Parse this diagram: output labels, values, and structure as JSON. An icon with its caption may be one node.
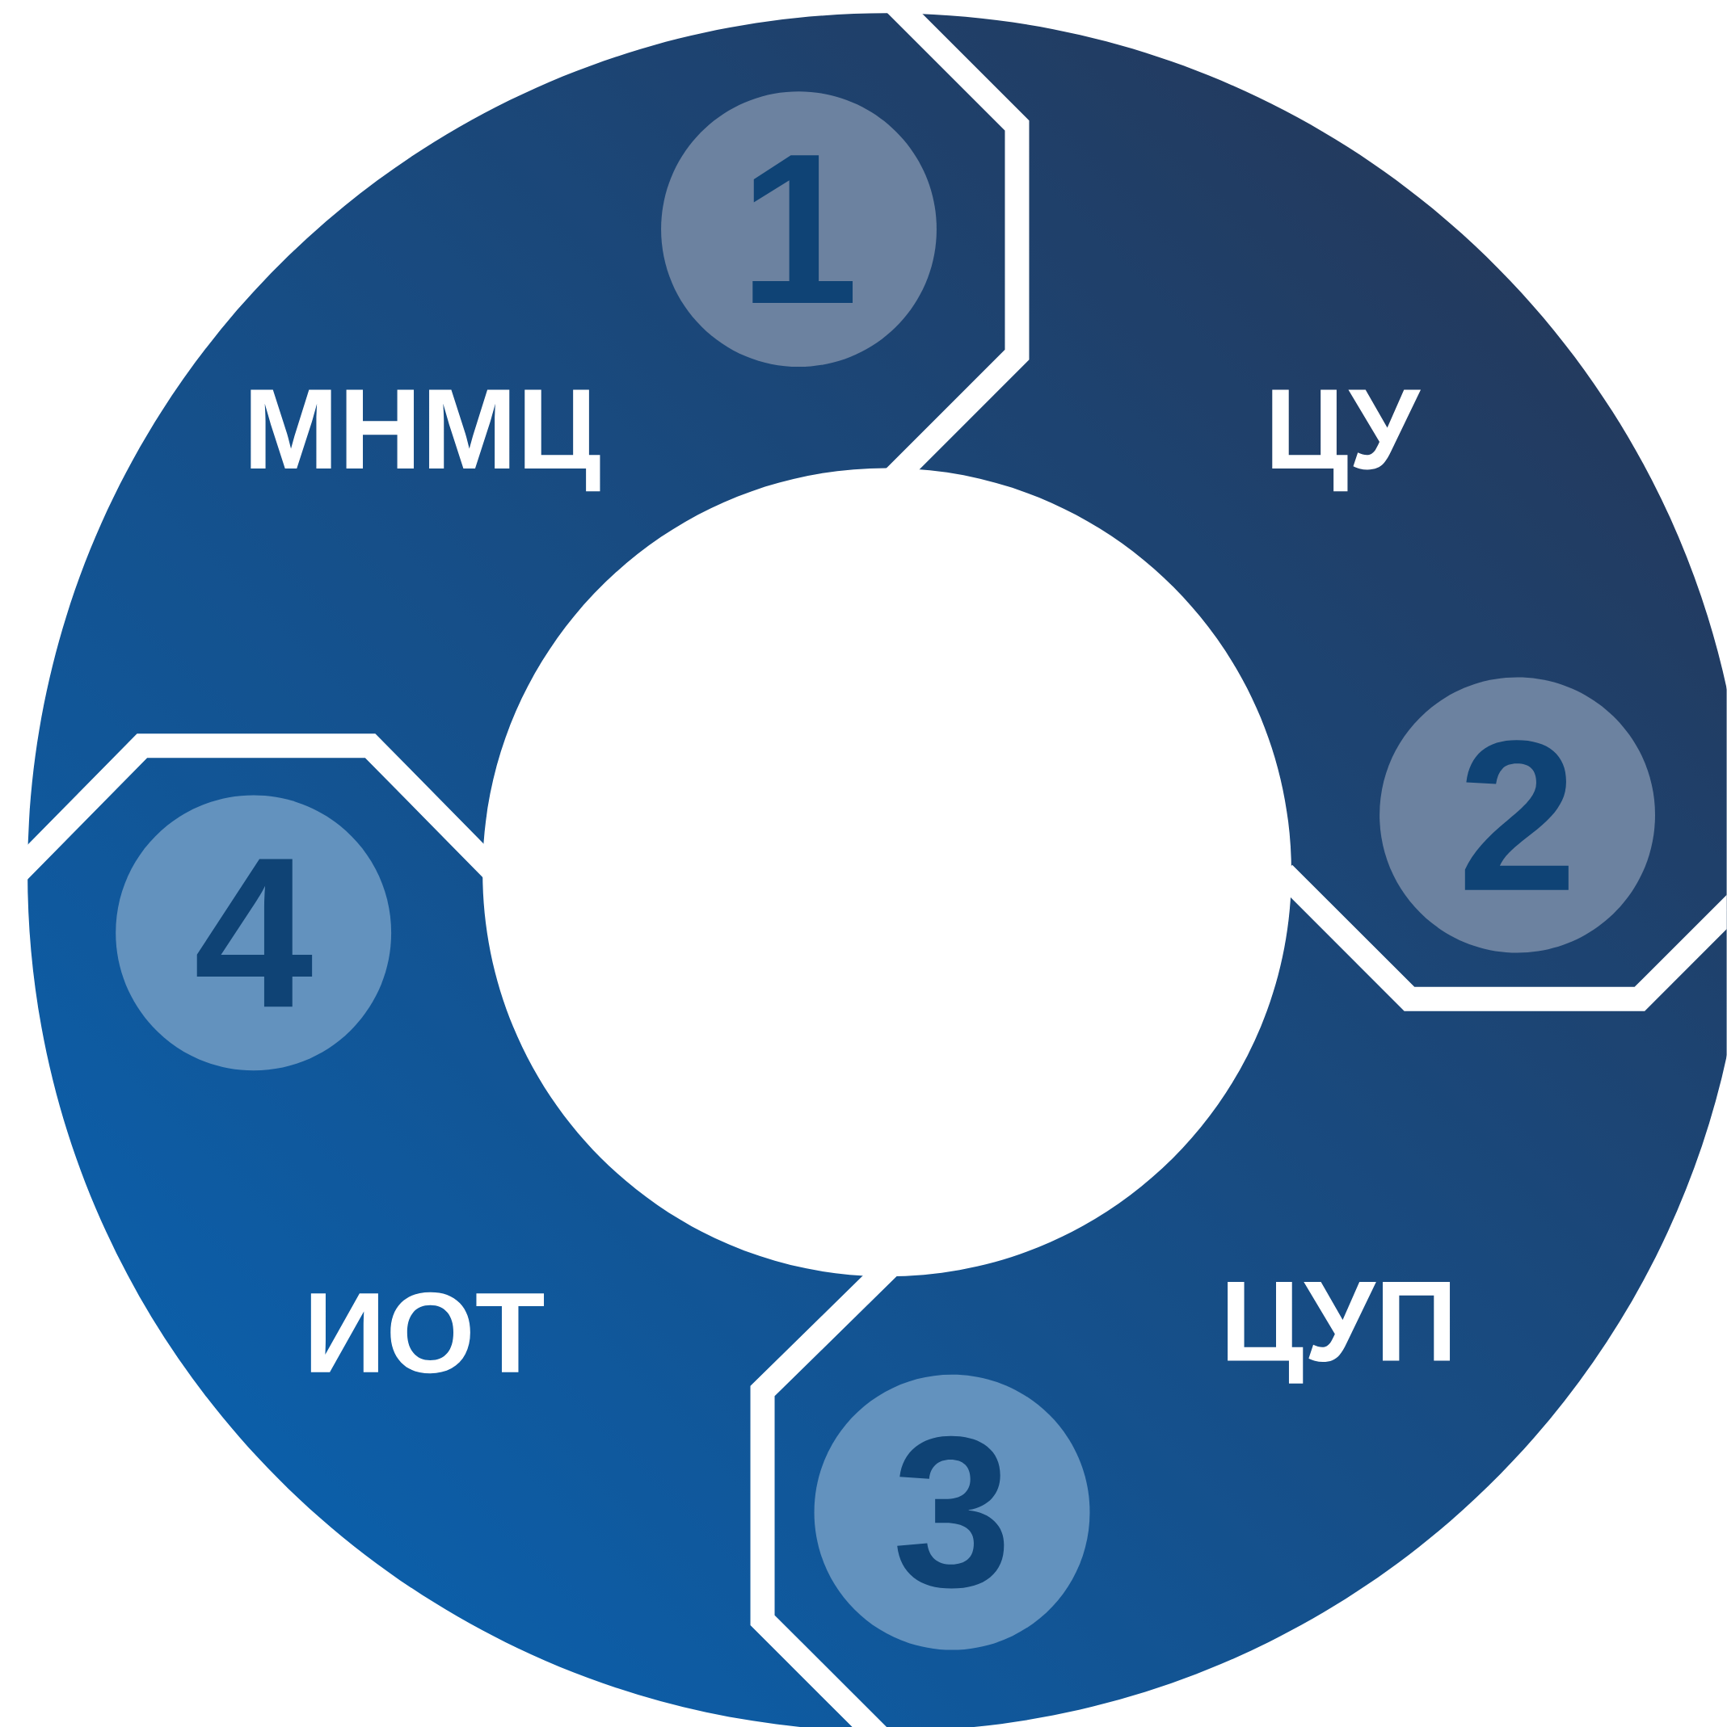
{
  "diagram": {
    "nodes": [
      {
        "text": [
          "МНМЦ"
        ]
      },
      {
        "text": [
          "1"
        ]
      },
      {
        "text": [
          "ЦУ"
        ]
      },
      {
        "text": [
          "2"
        ]
      },
      {
        "text": [
          "ЦУП"
        ]
      },
      {
        "text": [
          "3"
        ]
      },
      {
        "text": [
          "ИОТ"
        ]
      },
      {
        "text": [
          "4"
        ]
      }
    ],
    "edges": []
  }
}
